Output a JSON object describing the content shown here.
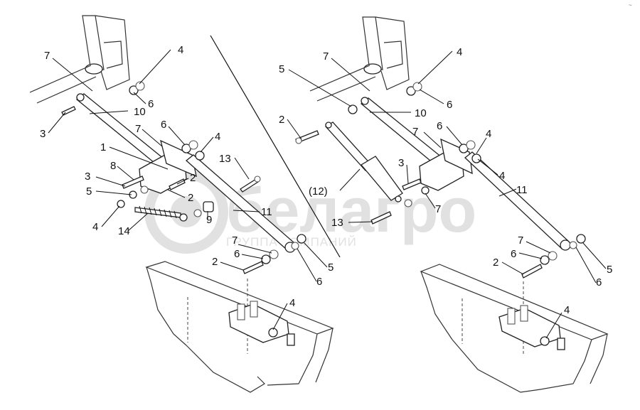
{
  "watermark": {
    "brand": "белагро",
    "tagline": "ГРУППА КОМПАНИЙ"
  },
  "corner_mark": "~",
  "left_assembly": {
    "callouts": [
      "7",
      "4",
      "6",
      "10",
      "3",
      "7",
      "6",
      "4",
      "1",
      "13",
      "8",
      "3",
      "2",
      "5",
      "2",
      "4",
      "14",
      "9",
      "11",
      "7",
      "6",
      "5",
      "2",
      "6",
      "4"
    ]
  },
  "right_assembly": {
    "callouts": [
      "7",
      "4",
      "5",
      "6",
      "10",
      "2",
      "7",
      "6",
      "4",
      "3",
      "4",
      "11",
      "(12)",
      "7",
      "13",
      "7",
      "6",
      "5",
      "2",
      "6",
      "4"
    ]
  },
  "colors": {
    "line": "#111111",
    "watermark": "#c9c9c9",
    "background": "#ffffff"
  }
}
